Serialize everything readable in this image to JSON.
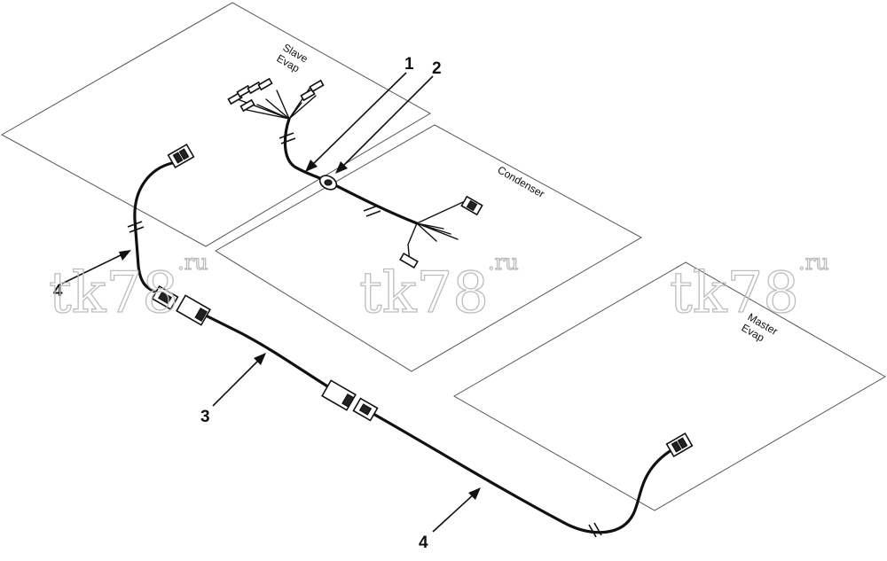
{
  "areas": {
    "slave_evap": [
      "Slave",
      "Evap"
    ],
    "condenser": "Condenser",
    "master_evap": [
      "Master",
      "Evap"
    ]
  },
  "callouts": {
    "c1": "1",
    "c2": "2",
    "c3": "3",
    "c4_left": "4",
    "c4_bottom": "4"
  },
  "watermark": {
    "main": "tk78",
    "suffix": ".ru"
  }
}
